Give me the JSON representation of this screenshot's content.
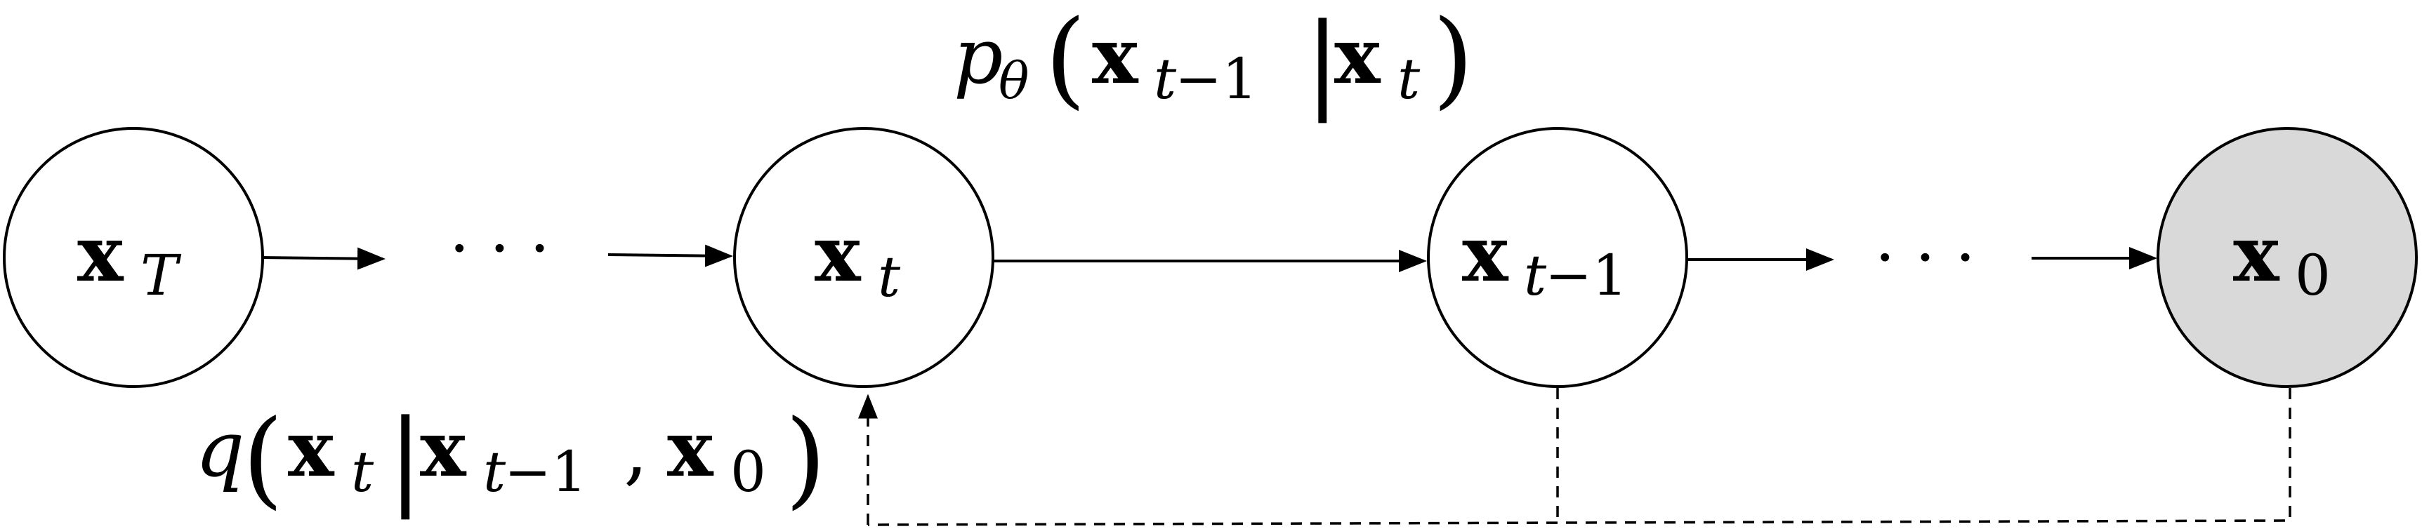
{
  "nodes": [
    {
      "id": "x_T",
      "base": "x",
      "sub": "T",
      "sub_style": "italic",
      "fill": "#ffffff"
    },
    {
      "id": "x_t",
      "base": "x",
      "sub": "t",
      "sub_style": "italic",
      "fill": "#ffffff"
    },
    {
      "id": "x_t-1",
      "base": "x",
      "sub": "t−1",
      "sub_style": "mixed",
      "fill": "#ffffff"
    },
    {
      "id": "x_0",
      "base": "x",
      "sub": "0",
      "sub_style": "upright",
      "fill": "#d9d9d9"
    }
  ],
  "ellipsis": [
    "· · ·",
    "· · ·"
  ],
  "labels": {
    "reverse": {
      "p": "p",
      "theta": "θ",
      "open": "(",
      "x1": "x",
      "sub1_t": "t",
      "sub1_rest": "−1",
      "bar": "|",
      "x2": "x",
      "sub2": "t",
      "close": ")"
    },
    "forward": {
      "q": "q",
      "open": "(",
      "x1": "x",
      "sub1": "t",
      "bar": "|",
      "x2": "x",
      "sub2_t": "t",
      "sub2_rest": "−1",
      "comma": ",",
      "x3": "x",
      "sub3": "0",
      "close": ")"
    }
  },
  "colors": {
    "stroke": "#000000",
    "observed_fill": "#d9d9d9",
    "background": "#ffffff"
  }
}
